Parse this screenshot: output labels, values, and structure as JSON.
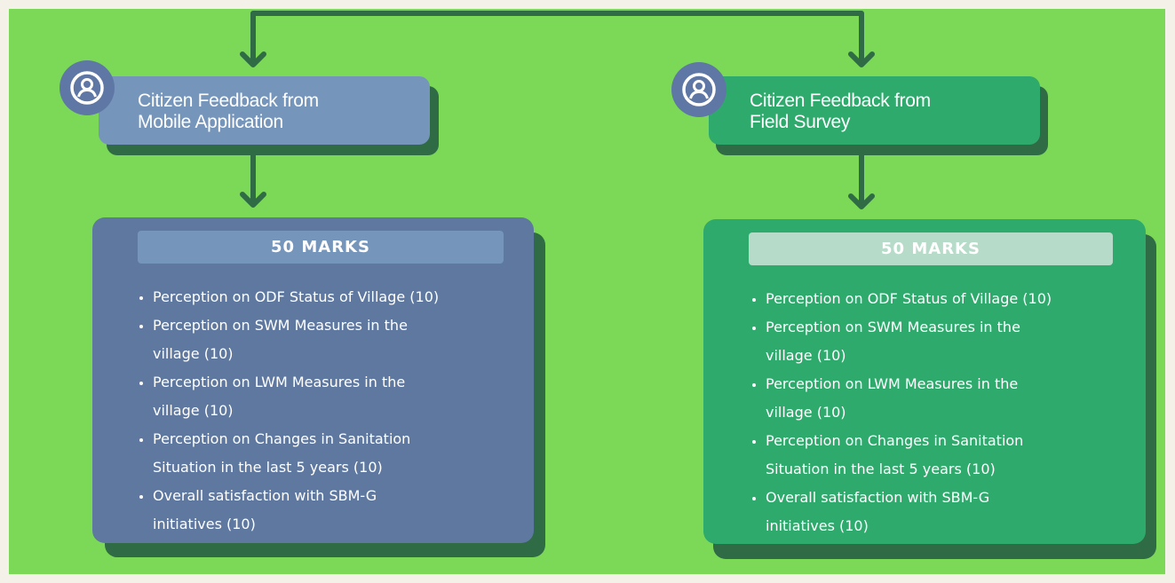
{
  "colors": {
    "canvas": "#7bd957",
    "shadow": "#2f6b45",
    "connector": "#2f6b45",
    "avatar": "#5f77a5",
    "left_header": "#7695bb",
    "left_card": "#5e78a0",
    "left_pill": "#7695bb",
    "right_header": "#2eaa6c",
    "right_card": "#2eaa6c",
    "right_pill": "#b6dcc9"
  },
  "left": {
    "icon": "user-circle-icon",
    "title_line1": "Citizen Feedback from",
    "title_line2": "Mobile Application",
    "marks": "50 MARKS",
    "items": [
      [
        "Perception on ODF Status of Village (10)"
      ],
      [
        "Perception on SWM Measures in the",
        "village (10)"
      ],
      [
        "Perception on LWM Measures in the",
        "village (10)"
      ],
      [
        "Perception on Changes in Sanitation",
        "Situation in the last 5 years (10)"
      ],
      [
        "Overall satisfaction with SBM-G",
        "initiatives (10)"
      ]
    ]
  },
  "right": {
    "icon": "user-circle-icon",
    "title_line1": "Citizen Feedback from",
    "title_line2": "Field Survey",
    "marks": "50 MARKS",
    "items": [
      [
        "Perception on ODF Status of Village (10)"
      ],
      [
        "Perception on SWM Measures in the",
        "village (10)"
      ],
      [
        "Perception on LWM Measures in the",
        "village (10)"
      ],
      [
        "Perception on Changes in Sanitation",
        "Situation in the last 5 years (10)"
      ],
      [
        "Overall satisfaction with SBM-G",
        "initiatives (10)"
      ]
    ]
  }
}
